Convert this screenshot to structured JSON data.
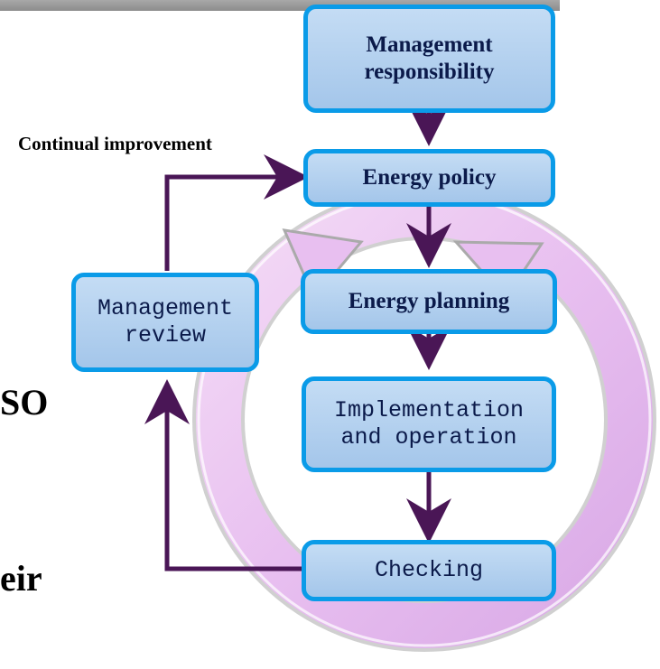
{
  "diagram": {
    "continual_improvement": "Continual improvement",
    "boxes": {
      "management_responsibility": "Management responsibility",
      "energy_policy": "Energy policy",
      "energy_planning": "Energy planning",
      "implementation_operation": "Implementation and operation",
      "checking": "Checking",
      "management_review": "Management review"
    },
    "background_fragments": [
      "SO",
      "eir"
    ],
    "colors": {
      "box_border": "#0a9be8",
      "box_fill": "#b3d1f0",
      "arrow": "#4a1656",
      "cycle_ring": "#e8bff0"
    }
  }
}
